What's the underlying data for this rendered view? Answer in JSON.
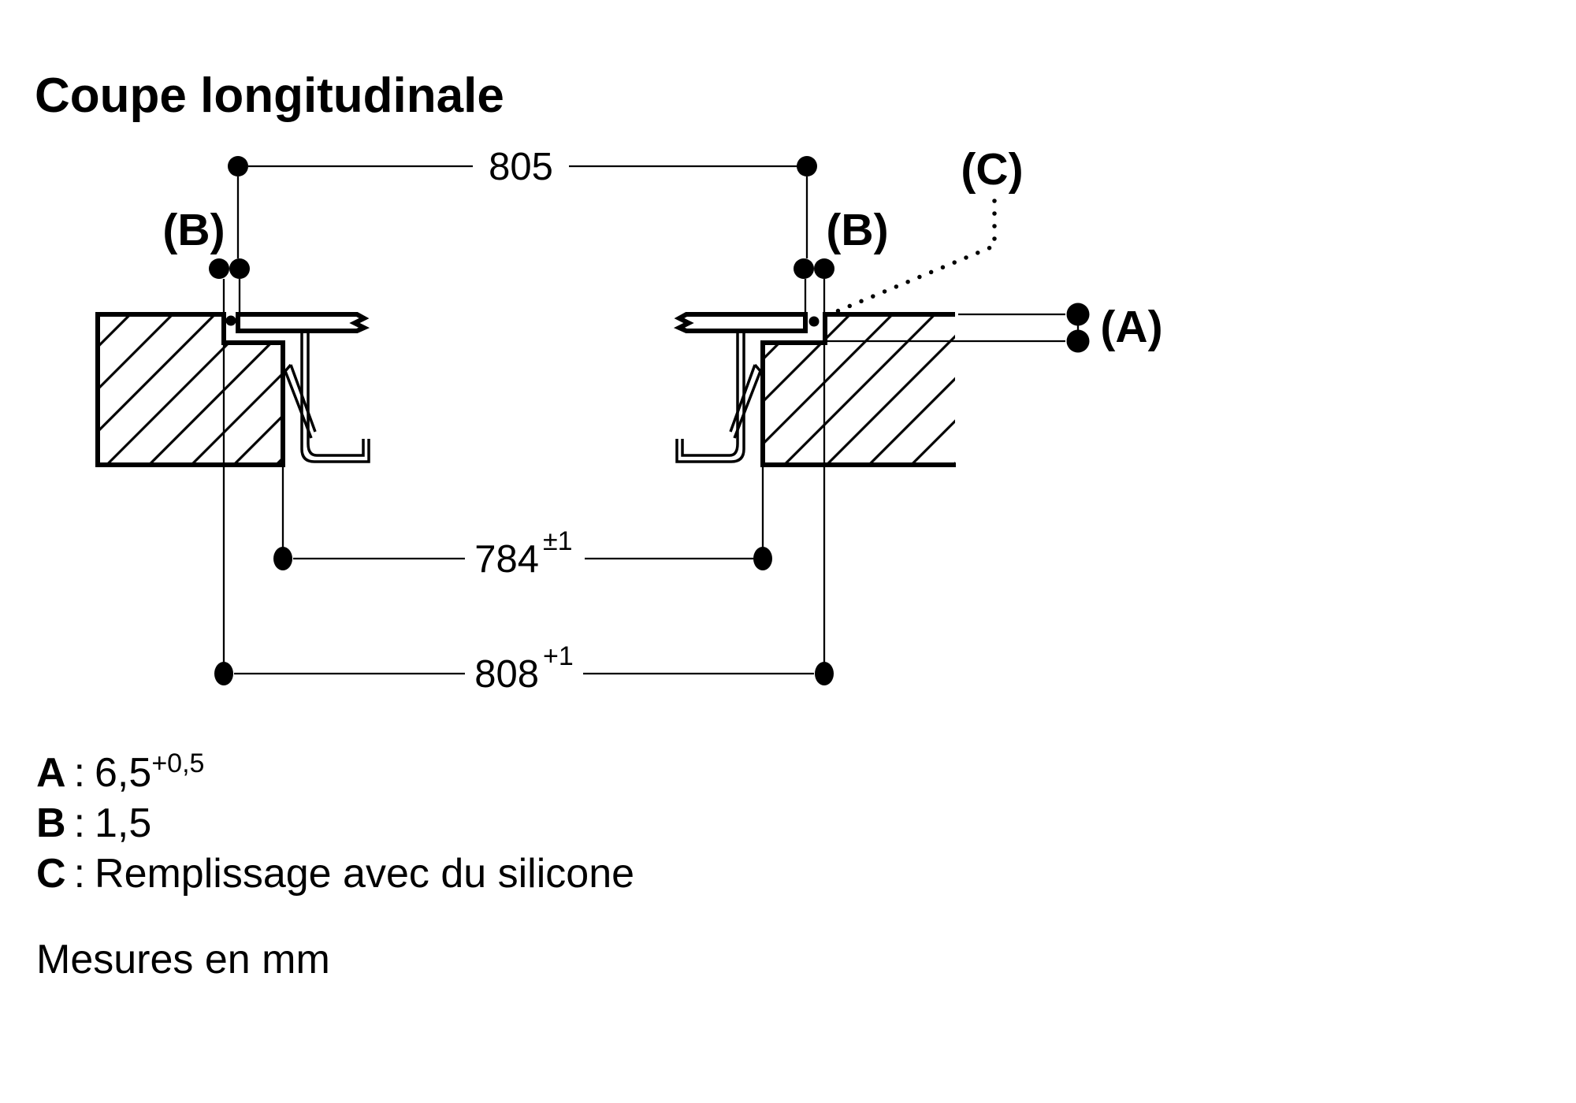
{
  "title": "Coupe longitudinale",
  "footnote": "Mesures en mm",
  "colors": {
    "ink": "#000000",
    "paper": "#ffffff"
  },
  "dims": {
    "top": {
      "value": "805",
      "sup": ""
    },
    "niche": {
      "value": "784",
      "sup": "±1"
    },
    "recess": {
      "value": "808",
      "sup": "+1"
    }
  },
  "callouts": {
    "a": "(A)",
    "b_left": "(B)",
    "b_right": "(B)",
    "c": "(C)"
  },
  "legend": {
    "rows": [
      {
        "key": "A",
        "sep": ":",
        "value": "6,5",
        "sup": "+0,5"
      },
      {
        "key": "B",
        "sep": ":",
        "value": "1,5",
        "sup": ""
      },
      {
        "key": "C",
        "sep": ":",
        "value": "Remplissage avec du silicone",
        "sup": ""
      }
    ]
  }
}
